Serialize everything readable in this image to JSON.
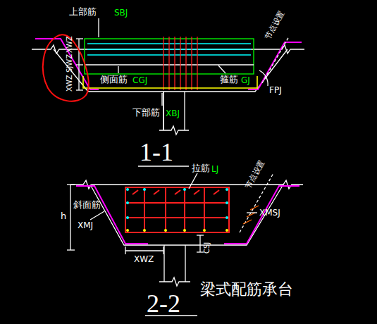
{
  "diagram": {
    "caption": "梁式配筋承台",
    "labels": [
      "上部筋",
      "SBJ",
      "节点设置",
      "XWZ",
      "SJWZ",
      "XWZ",
      "侧面筋",
      "CGJ",
      "箍筋",
      "GJ",
      "FPJ",
      "下部筋",
      "XBJ",
      "1-1",
      "拉筋",
      "LJ",
      "节点设置",
      "斜面筋",
      "XMJ",
      "h",
      "XMSJ",
      "XWZ",
      "CSJ",
      "2-2"
    ]
  }
}
